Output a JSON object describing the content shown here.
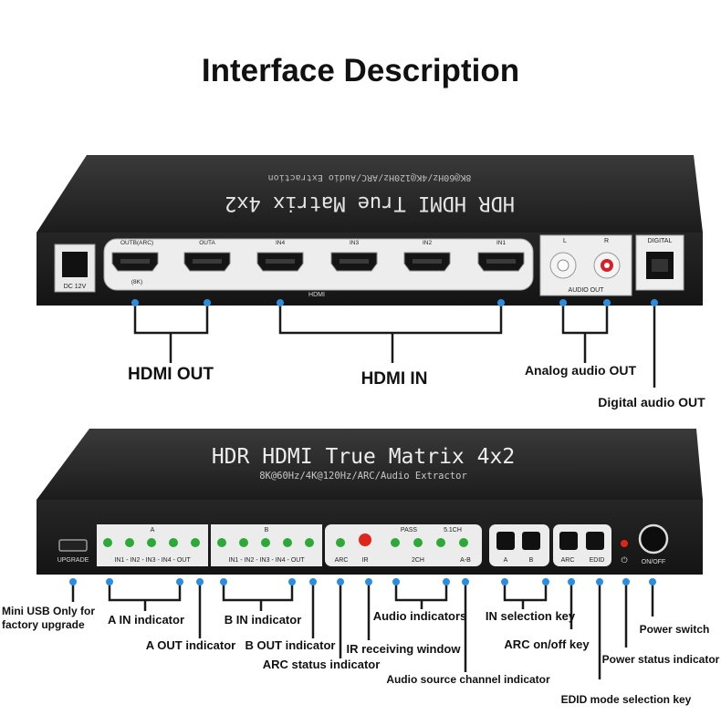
{
  "title": "Interface Description",
  "rear_panel": {
    "product_name": "HDR HDMI True Matrix 4x2",
    "product_sub": "8K@60Hz/4K@120Hz/ARC/Audio Extraction",
    "dc_label": "DC 12V",
    "port_labels": [
      "OUTB(ARC)",
      "OUTA",
      "IN4",
      "IN3",
      "IN2",
      "IN1"
    ],
    "eightk_label": "(8K)",
    "hdmi_label": "HDMI",
    "audio_l": "L",
    "audio_r": "R",
    "digital_label": "DIGITAL",
    "audio_out_label": "AUDIO OUT"
  },
  "rear_callouts": {
    "hdmi_out": "HDMI OUT",
    "hdmi_in": "HDMI IN",
    "analog_audio_out": "Analog audio OUT",
    "digital_audio_out": "Digital audio OUT"
  },
  "front_panel": {
    "product_name": "HDR HDMI True Matrix 4x2",
    "product_sub": "8K@60Hz/4K@120Hz/ARC/Audio Extractor",
    "upgrade_label": "UPGRADE",
    "group_a": "A",
    "group_a_leds": "IN1 - IN2 - IN3 - IN4 - OUT",
    "group_b": "B",
    "group_b_leds": "IN1 - IN2 - IN3 - IN4 - OUT",
    "pass_label": "PASS",
    "ch51_label": "5.1CH",
    "arc_label": "ARC",
    "ir_label": "IR",
    "ch2_label": "2CH",
    "ab_label": "A-B",
    "key_a": "A",
    "key_b": "B",
    "key_arc": "ARC",
    "key_edid": "EDID",
    "power_label": "ON/OFF"
  },
  "front_callouts": {
    "mini_usb": "Mini USB Only for factory upgrade",
    "a_in": "A IN indicator",
    "b_in": "B IN indicator",
    "a_out": "A OUT indicator",
    "b_out": "B OUT indicator",
    "arc_status": "ARC status indicator",
    "ir_window": "IR receiving window",
    "audio_indicators": "Audio indicators",
    "audio_source": "Audio source channel indicator",
    "in_selection": "IN selection key",
    "arc_key": "ARC on/off key",
    "edid_key": "EDID mode selection key",
    "power_status": "Power status indicator",
    "power_switch": "Power switch"
  },
  "colors": {
    "device_body": "#1f1f1f",
    "device_top": "#2a2a2a",
    "connector_line": "#1a1a1a",
    "dot": "#2a8de0",
    "led_green": "#2fa83a",
    "led_red": "#e0261b"
  }
}
